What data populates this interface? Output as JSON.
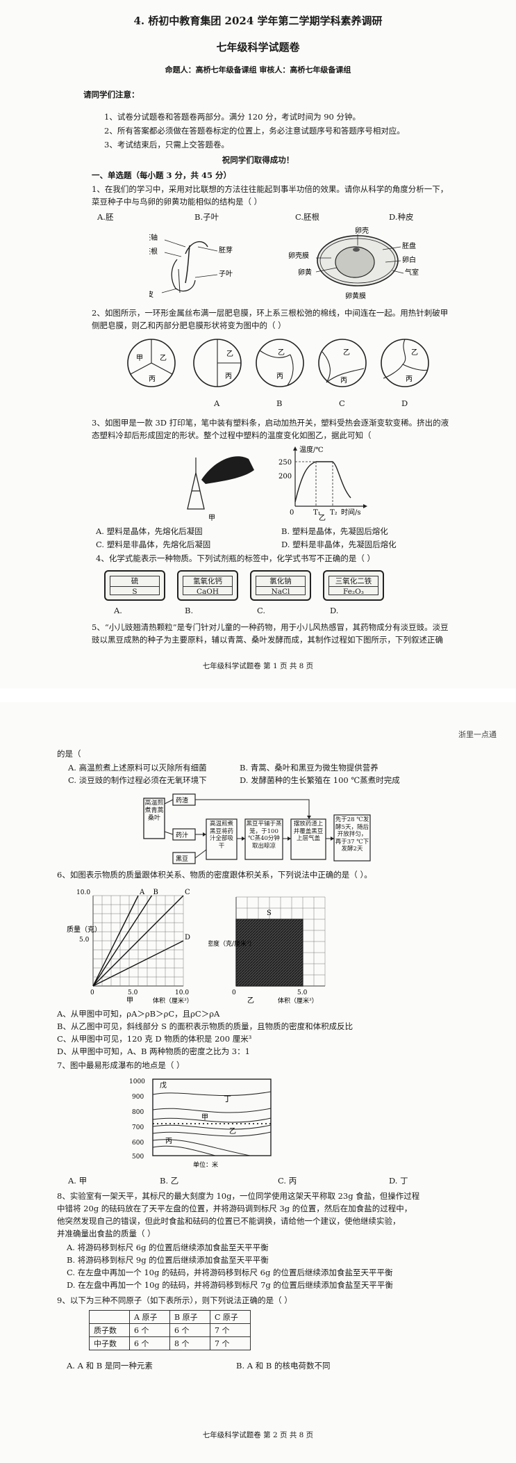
{
  "page1": {
    "header": {
      "school_line": "4. 桥初中教育集团 2024 学年第二学期学科素养调研",
      "exam_title": "七年级科学试题卷",
      "author_line": "命题人：高桥七年级备课组    审核人：高桥七年级备课组"
    },
    "notice": {
      "title": "请同学们注意：",
      "items": [
        "1、试卷分试题卷和答题卷两部分。满分 120 分，考试时间为 90 分钟。",
        "2、所有答案都必须做在答题卷标定的位置上，务必注意试题序号和答题序号相对应。",
        "3、考试结束后，只需上交答题卷。"
      ],
      "wish": "祝同学们取得成功！"
    },
    "section1_title": "一、单选题（每小题 3 分，共 45 分）",
    "q1": {
      "stem_l1": "1、在我们的学习中，采用对比联想的方法往往能起到事半功倍的效果。请你从科学的角度分析一下，",
      "stem_l2": "菜豆种子中与鸟卵的卵黄功能相似的结构是（      ）",
      "options": [
        "A.胚",
        "B.子叶",
        "C.胚根",
        "D.种皮"
      ],
      "seed_labels": [
        "胚轴",
        "胚根",
        "胚芽",
        "子叶",
        "种皮"
      ],
      "egg_labels": [
        "卵壳",
        "卵壳膜",
        "胚盘",
        "卵白",
        "气室",
        "卵黄",
        "卵黄膜"
      ]
    },
    "q2": {
      "stem_l1": "2、如图所示，一环形金属丝布满一层肥皂膜，环上系三根松弛的棉线，中间连在一起。用热针刺破甲",
      "stem_l2": "侧肥皂膜，则乙和丙部分肥皂膜形状将变为图中的（      ）",
      "region_labels": [
        "甲",
        "乙",
        "丙"
      ],
      "options": [
        "A",
        "B",
        "C",
        "D"
      ]
    },
    "q3": {
      "stem_l1": "3、如图甲是一款 3D 打印笔，笔中装有塑料条，启动加热开关，塑料受热会逐渐变软变稀。挤出的液",
      "stem_l2": "态塑料冷却后形成固定的形状。整个过程中塑料的温度变化如图乙，据此可知（",
      "fig_labels": [
        "甲",
        "乙"
      ],
      "graph": {
        "y_title": "温度/℃",
        "y_ticks": [
          "250",
          "200"
        ],
        "x_ticks": [
          "0",
          "T₁",
          "T₂"
        ],
        "x_title": "时间/s"
      },
      "options": [
        "A. 塑料是晶体，先熔化后凝固",
        "B. 塑料是晶体，先凝固后熔化",
        "C. 塑料是非晶体，先熔化后凝固",
        "D. 塑料是非晶体，先凝固后熔化"
      ]
    },
    "q4": {
      "stem": "4、化学式能表示一种物质。下列试剂瓶的标签中，化学式书写不正确的是（      ）",
      "labels": [
        {
          "name": "硫",
          "formula": "S"
        },
        {
          "name": "氢氧化钙",
          "formula": "CaOH"
        },
        {
          "name": "氯化钠",
          "formula": "NaCl"
        },
        {
          "name": "三氧化二铁",
          "formula": "Fe₂O₃"
        }
      ],
      "options": [
        "A.",
        "B.",
        "C.",
        "D."
      ]
    },
    "q5": {
      "stem_l1": "5、“小儿豉翘清热颗粒”是专门针对儿童的一种药物，用于小儿风热感冒，其药物成分有淡豆豉。淡豆",
      "stem_l2": "豉以黑豆成熟的种子为主要原料，辅以青蒿、桑叶发酵而成，其制作过程如下图所示，下列叙述正确"
    },
    "footer": "七年级科学试题卷    第 1 页  共 8 页"
  },
  "page2": {
    "watermark": "浙里一点通",
    "q5_cont": {
      "stem": "的是（",
      "options": [
        "A. 高温煎煮上述原料可以灭除所有细菌",
        "B. 青蒿、桑叶和黑豆为微生物提供营养",
        "C. 淡豆豉的制作过程必须在无氧环境下",
        "D. 发酵菌种的生长繁殖在 100 ℃蒸煮时完成"
      ],
      "flow": {
        "boil": "高温煎煮青蒿桑叶",
        "residue": "药渣",
        "juice": "药汁",
        "blackbean": "黑豆",
        "step1": "高温煎煮黑豆将药汁全部吸干",
        "step2": "黑豆平铺于蒸笼，于100 ℃蒸40分钟取出晾凉",
        "step3": "摆放药渣上并覆盖黑豆上层气盖",
        "step4": "先于28 ℃发酵5天，随后开放拌匀，再于37 ℃下发酵2天"
      }
    },
    "q6": {
      "stem": "6、如图表示物质的质量跟体积关系、物质的密度跟体积关系，下列说法中正确的是（      ）。",
      "graph_a": {
        "y_title": "质量（克）",
        "y_ticks": [
          "10.0",
          "5.0"
        ],
        "x_ticks": [
          "0",
          "5.0",
          "10.0"
        ],
        "x_title": "体积（厘米³）",
        "lines": [
          "A",
          "B",
          "C",
          "D"
        ],
        "caption": "甲"
      },
      "graph_b": {
        "y_title": "密度（克/厘米³）",
        "x_ticks": [
          "0",
          "5.0"
        ],
        "x_title": "体积（厘米³）",
        "region": "S",
        "caption": "乙"
      },
      "chart_data": {
        "type": "line",
        "xlabel": "体积（厘米³）",
        "ylabel": "质量（克）",
        "xlim": [
          0,
          10
        ],
        "ylim": [
          0,
          10
        ],
        "series": [
          {
            "name": "A",
            "x": [
              0,
              5
            ],
            "y": [
              0,
              10
            ]
          },
          {
            "name": "B",
            "x": [
              0,
              6.5
            ],
            "y": [
              0,
              10
            ]
          },
          {
            "name": "C",
            "x": [
              0,
              10
            ],
            "y": [
              0,
              10
            ]
          },
          {
            "name": "D",
            "x": [
              0,
              10
            ],
            "y": [
              0,
              5
            ]
          }
        ]
      },
      "options": [
        "A、从甲图中可知，ρA＞ρB＞ρC，且ρC＞ρA",
        "B、从乙图中可见，斜线部分 S 的面积表示物质的质量，且物质的密度和体积成反比",
        "C、从甲图中可见，120 克 D 物质的体积是 200 厘米³",
        "D、从甲图中可知，A、B 两种物质的密度之比为 3：1"
      ]
    },
    "q7": {
      "stem": "7、图中最易形成瀑布的地点是（      ）",
      "y_ticks": [
        "1000",
        "900",
        "800",
        "700",
        "600",
        "500"
      ],
      "x_caption": "单位：米",
      "place_labels": [
        "戊",
        "丁",
        "甲",
        "乙",
        "丙"
      ],
      "options": [
        "A. 甲",
        "B. 乙",
        "C. 丙",
        "D. 丁"
      ]
    },
    "q8": {
      "stem": [
        "8、实验室有一架天平，其标尺的最大刻度为 10g，一位同学使用这架天平称取 23g 食盐，但操作过程",
        "中错将 20g 的砝码放在了天平左盘的位置，并将游码调到标尺 3g 的位置，然后在加食盐的过程中，",
        "他突然发现自己的错误，但此时食盐和砝码的位置已不能调换，请给他一个建议，使他继续实验，",
        "并准确量出食盐的质量（      ）"
      ],
      "options": [
        "A. 将游码移到标尺 6g 的位置后继续添加食盐至天平平衡",
        "B. 将游码移到标尺 9g 的位置后继续添加食盐至天平平衡",
        "C. 在左盘中再加一个 10g 的砝码，并将游码移到标尺 6g 的位置后继续添加食盐至天平平衡",
        "D. 在左盘中再加一个 10g 的砝码，并将游码移到标尺 7g 的位置后继续添加食盐至天平平衡"
      ]
    },
    "q9": {
      "stem": "9、以下为三种不同原子（如下表所示），则下列说法正确的是（      ）",
      "table": {
        "header": [
          "",
          "A 原子",
          "B 原子",
          "C 原子"
        ],
        "rows": [
          [
            "质子数",
            "6 个",
            "6 个",
            "7 个"
          ],
          [
            "中子数",
            "6 个",
            "8 个",
            "7 个"
          ]
        ]
      },
      "options": [
        "A. A 和 B 是同一种元素",
        "B. A 和 B 的核电荷数不同"
      ]
    },
    "footer": "七年级科学试题卷    第 2 页  共 8 页"
  }
}
